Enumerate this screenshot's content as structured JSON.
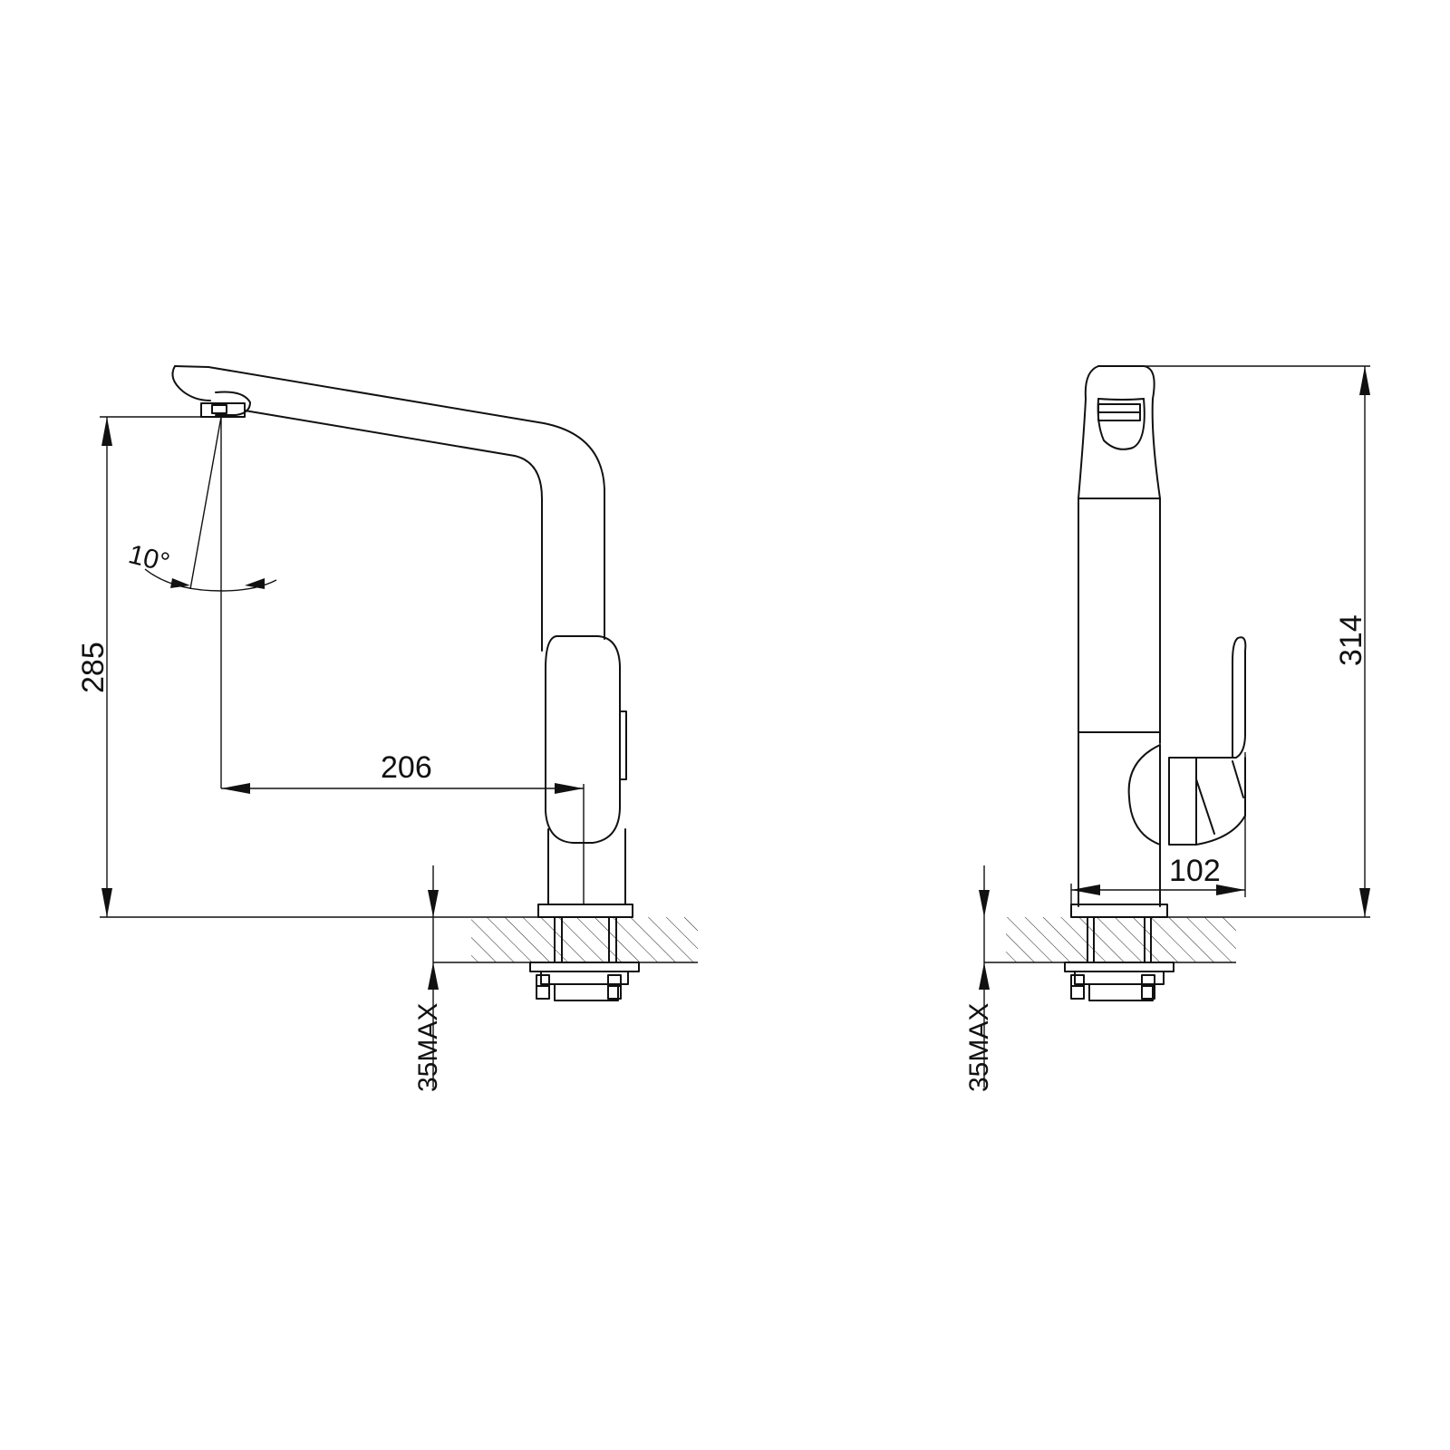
{
  "front_view": {
    "dimensions": {
      "spout_height": "285",
      "spout_reach": "206",
      "deck_thickness": "35MAX",
      "swivel_angle": "10°"
    }
  },
  "side_view": {
    "dimensions": {
      "total_height": "314",
      "handle_depth": "102",
      "deck_thickness": "35MAX"
    }
  },
  "colors": {
    "line": "#111111",
    "background": "#ffffff"
  }
}
